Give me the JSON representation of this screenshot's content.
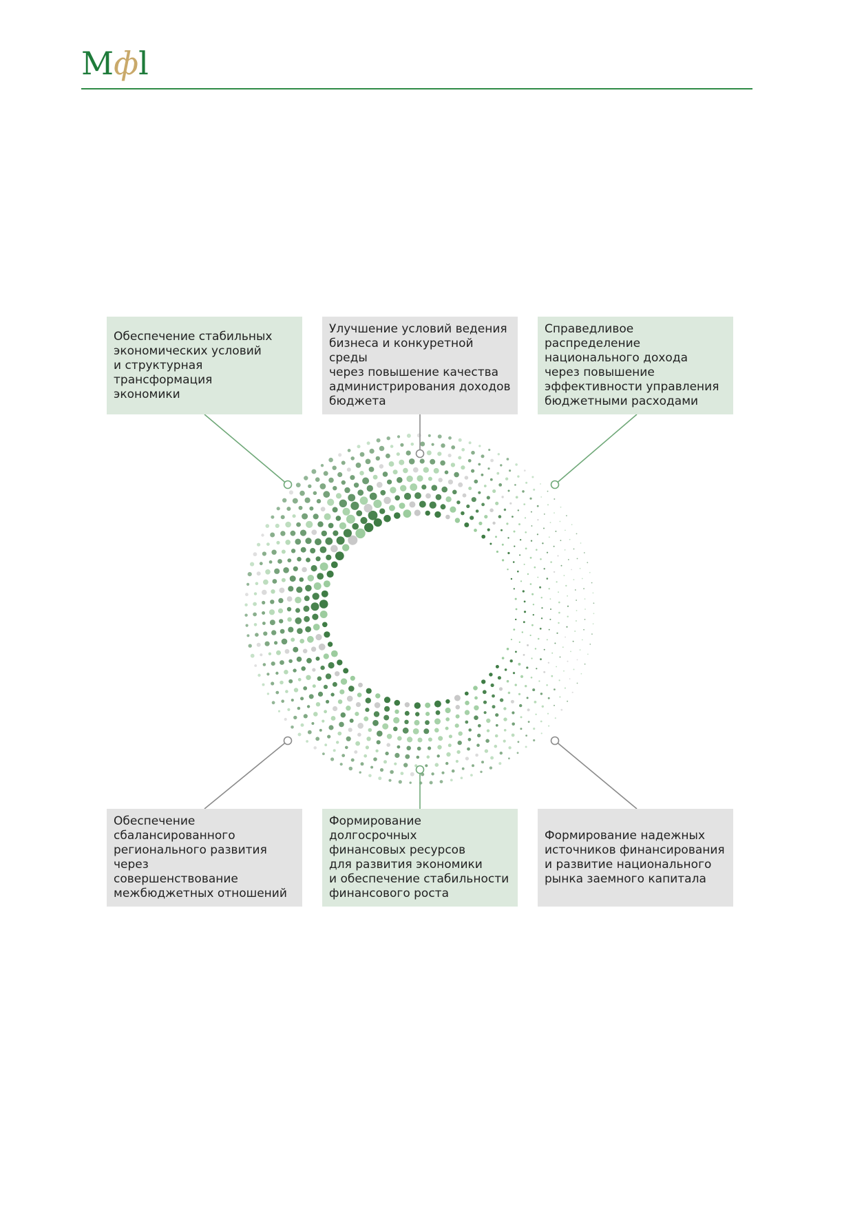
{
  "header": {
    "logo": {
      "m": "М",
      "f": "ф",
      "l": "l"
    },
    "colors": {
      "brand_green": "#1e7b3a",
      "logo_gold": "#c9a96a",
      "rule": "#2e8a45"
    }
  },
  "diagram": {
    "goals": [
      {
        "text": "Обеспечение стабильных\nэкономических условий\nи структурная трансформация\nэкономики"
      },
      {
        "text": "Улучшение условий ведения\nбизнеса и конкуретной среды\nчерез повышение качества\nадминистрирования доходов\nбюджета"
      },
      {
        "text": "Справедливое распределение\nнационального дохода\nчерез повышение\nэффективности управления\nбюджетными расходами"
      },
      {
        "text": "Обеспечение\nсбалансированного\nрегионального развития через\nсовершенствование\nмежбюджетных отношений"
      },
      {
        "text": "Формирование долгосрочных\nфинансовых ресурсов\nдля развития экономики\nи обеспечение стабильности\nфинансового роста"
      },
      {
        "text": "Формирование надежных\nисточников финансирования\nи развитие национального\nрынка заемного капитала"
      }
    ],
    "colors": {
      "box_green": "#dce9dd",
      "box_grey": "#e3e3e3",
      "dot_dark": "#3f7c45",
      "dot_light": "#9ccc9e",
      "dot_grey": "#c8c8c8"
    }
  }
}
